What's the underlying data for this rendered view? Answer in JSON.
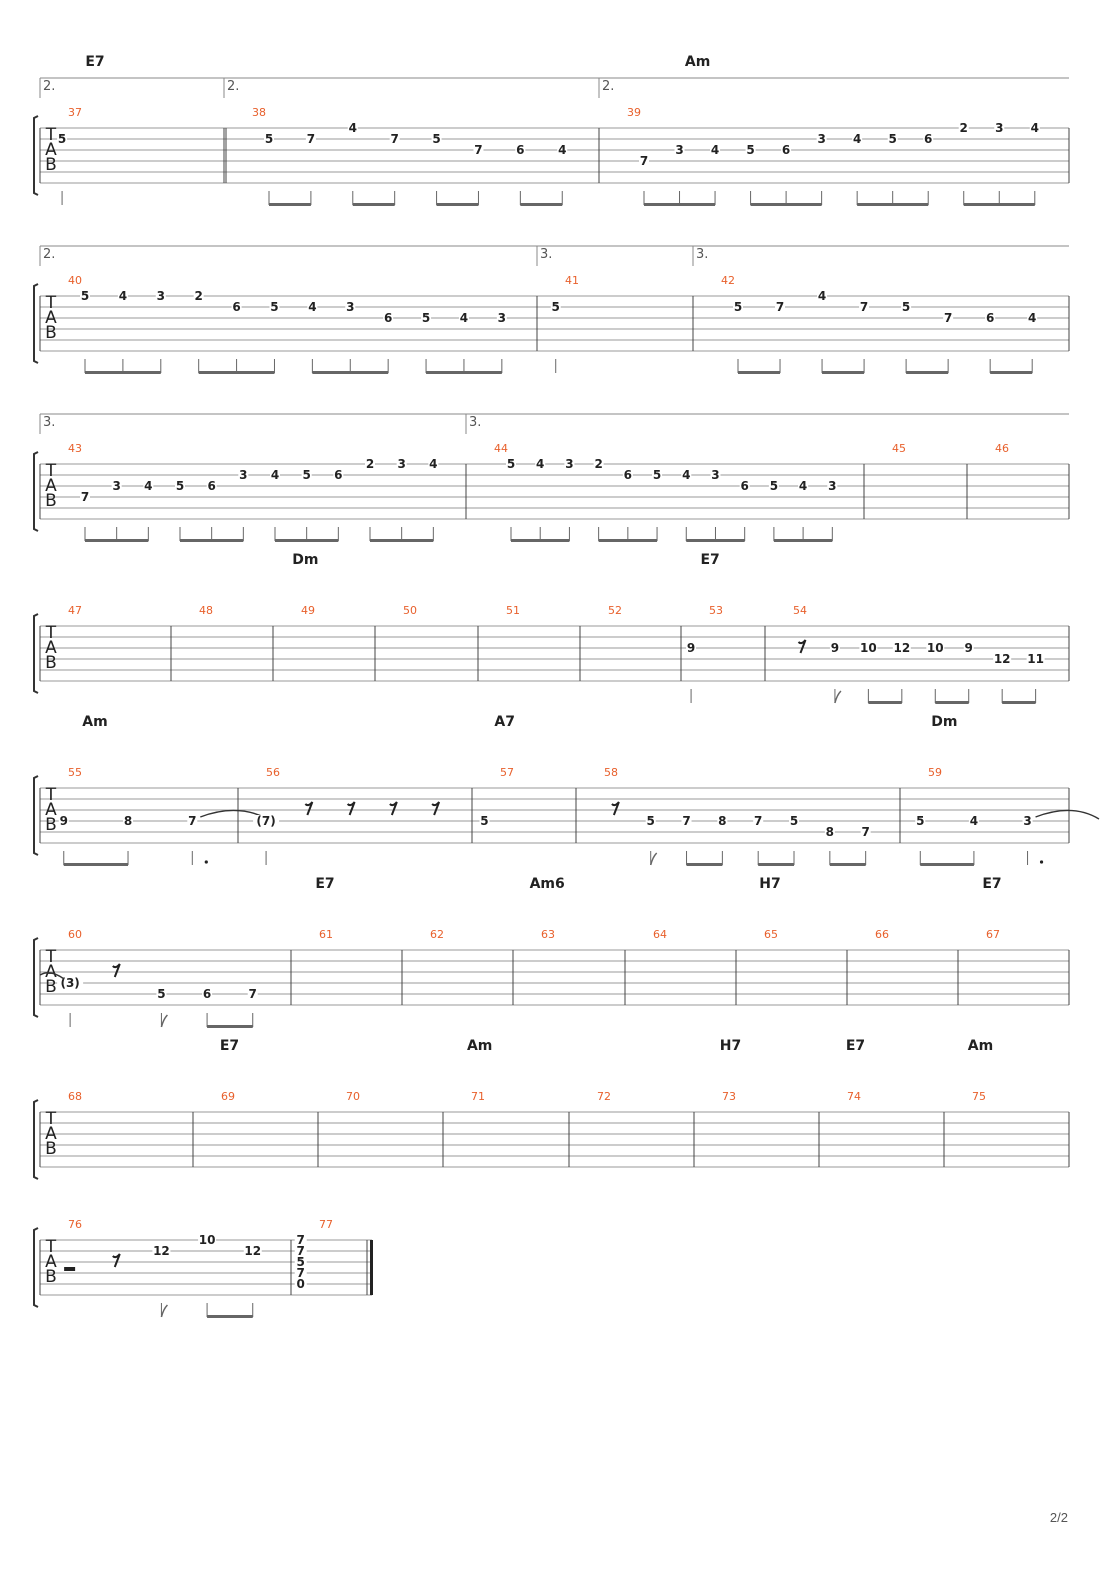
{
  "page": {
    "number": "2/2"
  },
  "tab_clef": [
    "T",
    "A",
    "B"
  ],
  "systems": [
    {
      "endings": [
        {
          "label": "2.",
          "from_measure": 0,
          "to_measure": 0
        },
        {
          "label": "2.",
          "from_measure": 1,
          "to_measure": 1
        },
        {
          "label": "2.",
          "from_measure": 2,
          "to_measure": 2,
          "open": true
        }
      ],
      "measures": [
        {
          "number": "37",
          "chord": "E7",
          "notes": [
            {
              "s": 1,
              "f": "5",
              "beam": null
            }
          ]
        },
        {
          "number": "38",
          "chord": "",
          "repeat_start": true,
          "notes": [
            {
              "s": 1,
              "f": "5",
              "beam": "a"
            },
            {
              "s": 1,
              "f": "7",
              "beam": "a"
            },
            {
              "s": 0,
              "f": "4",
              "beam": "b"
            },
            {
              "s": 1,
              "f": "7",
              "beam": "b"
            },
            {
              "s": 1,
              "f": "5",
              "beam": "c"
            },
            {
              "s": 2,
              "f": "7",
              "beam": "c"
            },
            {
              "s": 2,
              "f": "6",
              "beam": "d"
            },
            {
              "s": 2,
              "f": "4",
              "beam": "d"
            }
          ]
        },
        {
          "number": "39",
          "chord": "Am",
          "notes": [
            {
              "s": 3,
              "f": "7",
              "beam": "a"
            },
            {
              "s": 2,
              "f": "3",
              "beam": "a"
            },
            {
              "s": 2,
              "f": "4",
              "beam": "a"
            },
            {
              "s": 2,
              "f": "5",
              "beam": "b"
            },
            {
              "s": 2,
              "f": "6",
              "beam": "b"
            },
            {
              "s": 1,
              "f": "3",
              "beam": "b"
            },
            {
              "s": 1,
              "f": "4",
              "beam": "c"
            },
            {
              "s": 1,
              "f": "5",
              "beam": "c"
            },
            {
              "s": 1,
              "f": "6",
              "beam": "c"
            },
            {
              "s": 0,
              "f": "2",
              "beam": "d"
            },
            {
              "s": 0,
              "f": "3",
              "beam": "d"
            },
            {
              "s": 0,
              "f": "4",
              "beam": "d"
            }
          ]
        }
      ]
    },
    {
      "endings": [
        {
          "label": "2.",
          "from_measure": 0,
          "to_measure": 0
        },
        {
          "label": "3.",
          "from_measure": 1,
          "to_measure": 1
        },
        {
          "label": "3.",
          "from_measure": 2,
          "to_measure": 2,
          "open": true
        }
      ],
      "measures": [
        {
          "number": "40",
          "chord": "",
          "notes": [
            {
              "s": 0,
              "f": "5",
              "beam": "a"
            },
            {
              "s": 0,
              "f": "4",
              "beam": "a"
            },
            {
              "s": 0,
              "f": "3",
              "beam": "a"
            },
            {
              "s": 0,
              "f": "2",
              "beam": "b"
            },
            {
              "s": 1,
              "f": "6",
              "beam": "b"
            },
            {
              "s": 1,
              "f": "5",
              "beam": "b"
            },
            {
              "s": 1,
              "f": "4",
              "beam": "c"
            },
            {
              "s": 1,
              "f": "3",
              "beam": "c"
            },
            {
              "s": 2,
              "f": "6",
              "beam": "c"
            },
            {
              "s": 2,
              "f": "5",
              "beam": "d"
            },
            {
              "s": 2,
              "f": "4",
              "beam": "d"
            },
            {
              "s": 2,
              "f": "3",
              "beam": "d"
            }
          ]
        },
        {
          "number": "41",
          "chord": "",
          "notes": [
            {
              "s": 1,
              "f": "5",
              "beam": null
            }
          ]
        },
        {
          "number": "42",
          "chord": "",
          "notes": [
            {
              "s": 1,
              "f": "5",
              "beam": "a"
            },
            {
              "s": 1,
              "f": "7",
              "beam": "a"
            },
            {
              "s": 0,
              "f": "4",
              "beam": "b"
            },
            {
              "s": 1,
              "f": "7",
              "beam": "b"
            },
            {
              "s": 1,
              "f": "5",
              "beam": "c"
            },
            {
              "s": 2,
              "f": "7",
              "beam": "c"
            },
            {
              "s": 2,
              "f": "6",
              "beam": "d"
            },
            {
              "s": 2,
              "f": "4",
              "beam": "d"
            }
          ]
        }
      ]
    },
    {
      "endings": [
        {
          "label": "3.",
          "from_measure": 0,
          "to_measure": 0
        },
        {
          "label": "3.",
          "from_measure": 1,
          "to_measure": 1,
          "open": true
        }
      ],
      "measures": [
        {
          "number": "43",
          "chord": "",
          "notes": [
            {
              "s": 3,
              "f": "7",
              "beam": "a"
            },
            {
              "s": 2,
              "f": "3",
              "beam": "a"
            },
            {
              "s": 2,
              "f": "4",
              "beam": "a"
            },
            {
              "s": 2,
              "f": "5",
              "beam": "b"
            },
            {
              "s": 2,
              "f": "6",
              "beam": "b"
            },
            {
              "s": 1,
              "f": "3",
              "beam": "b"
            },
            {
              "s": 1,
              "f": "4",
              "beam": "c"
            },
            {
              "s": 1,
              "f": "5",
              "beam": "c"
            },
            {
              "s": 1,
              "f": "6",
              "beam": "c"
            },
            {
              "s": 0,
              "f": "2",
              "beam": "d"
            },
            {
              "s": 0,
              "f": "3",
              "beam": "d"
            },
            {
              "s": 0,
              "f": "4",
              "beam": "d"
            }
          ]
        },
        {
          "number": "44",
          "chord": "",
          "notes": [
            {
              "s": 0,
              "f": "5",
              "beam": "a"
            },
            {
              "s": 0,
              "f": "4",
              "beam": "a"
            },
            {
              "s": 0,
              "f": "3",
              "beam": "a"
            },
            {
              "s": 0,
              "f": "2",
              "beam": "b"
            },
            {
              "s": 1,
              "f": "6",
              "beam": "b"
            },
            {
              "s": 1,
              "f": "5",
              "beam": "b"
            },
            {
              "s": 1,
              "f": "4",
              "beam": "c"
            },
            {
              "s": 1,
              "f": "3",
              "beam": "c"
            },
            {
              "s": 2,
              "f": "6",
              "beam": "c"
            },
            {
              "s": 2,
              "f": "5",
              "beam": "d"
            },
            {
              "s": 2,
              "f": "4",
              "beam": "d"
            },
            {
              "s": 2,
              "f": "3",
              "beam": "d"
            }
          ]
        },
        {
          "number": "45",
          "chord": "",
          "notes": []
        },
        {
          "number": "46",
          "chord": "",
          "notes": []
        }
      ]
    },
    {
      "endings": [],
      "measures": [
        {
          "number": "47",
          "chord": "",
          "notes": []
        },
        {
          "number": "48",
          "chord": "",
          "notes": []
        },
        {
          "number": "49",
          "chord": "Dm",
          "notes": []
        },
        {
          "number": "50",
          "chord": "",
          "notes": []
        },
        {
          "number": "51",
          "chord": "",
          "notes": []
        },
        {
          "number": "52",
          "chord": "",
          "notes": []
        },
        {
          "number": "53",
          "chord": "E7",
          "notes": [
            {
              "s": 2,
              "f": "9",
              "beam": null
            }
          ]
        },
        {
          "number": "54",
          "chord": "",
          "notes": [
            {
              "rest": "eighth"
            },
            {
              "s": 2,
              "f": "9",
              "beam": null,
              "flag": true
            },
            {
              "s": 2,
              "f": "10",
              "beam": "a"
            },
            {
              "s": 2,
              "f": "12",
              "beam": "a"
            },
            {
              "s": 2,
              "f": "10",
              "beam": "b"
            },
            {
              "s": 2,
              "f": "9",
              "beam": "b"
            },
            {
              "s": 3,
              "f": "12",
              "beam": "c"
            },
            {
              "s": 3,
              "f": "11",
              "beam": "c"
            }
          ]
        }
      ]
    },
    {
      "endings": [],
      "measures": [
        {
          "number": "55",
          "chord": "Am",
          "notes": [
            {
              "s": 3,
              "f": "9",
              "beam": "a"
            },
            {
              "s": 3,
              "f": "8",
              "beam": "a"
            },
            {
              "s": 3,
              "f": "7",
              "beam": null,
              "dot": true,
              "tie": true
            }
          ]
        },
        {
          "number": "56",
          "chord": "",
          "notes": [
            {
              "s": 3,
              "f": "(7)",
              "beam": null
            },
            {
              "rest": "eighth"
            },
            {
              "rest": "eighth"
            },
            {
              "rest": "eighth"
            },
            {
              "rest": "eighth"
            }
          ]
        },
        {
          "number": "57",
          "chord": "A7",
          "notes": [
            {
              "s": 3,
              "f": "5",
              "beam": null,
              "nostem": true
            }
          ]
        },
        {
          "number": "58",
          "chord": "",
          "notes": [
            {
              "rest": "eighth"
            },
            {
              "s": 3,
              "f": "5",
              "beam": null,
              "flag": true
            },
            {
              "s": 3,
              "f": "7",
              "beam": "a"
            },
            {
              "s": 3,
              "f": "8",
              "beam": "a"
            },
            {
              "s": 3,
              "f": "7",
              "beam": "b"
            },
            {
              "s": 3,
              "f": "5",
              "beam": "b"
            },
            {
              "s": 4,
              "f": "8",
              "beam": "c"
            },
            {
              "s": 4,
              "f": "7",
              "beam": "c"
            }
          ]
        },
        {
          "number": "59",
          "chord": "Dm",
          "notes": [
            {
              "s": 3,
              "f": "5",
              "beam": "a"
            },
            {
              "s": 3,
              "f": "4",
              "beam": "a"
            },
            {
              "s": 3,
              "f": "3",
              "beam": null,
              "dot": true,
              "tie": true
            }
          ]
        }
      ]
    },
    {
      "endings": [],
      "measures": [
        {
          "number": "60",
          "chord": "",
          "notes": [
            {
              "s": 3,
              "f": "(3)",
              "beam": null,
              "tie_in": true
            },
            {
              "rest": "eighth"
            },
            {
              "s": 4,
              "f": "5",
              "beam": null,
              "flag": true
            },
            {
              "s": 4,
              "f": "6",
              "beam": "a"
            },
            {
              "s": 4,
              "f": "7",
              "beam": "a"
            }
          ]
        },
        {
          "number": "61",
          "chord": "E7",
          "notes": []
        },
        {
          "number": "62",
          "chord": "",
          "notes": []
        },
        {
          "number": "63",
          "chord": "Am6",
          "notes": []
        },
        {
          "number": "64",
          "chord": "",
          "notes": []
        },
        {
          "number": "65",
          "chord": "H7",
          "notes": []
        },
        {
          "number": "66",
          "chord": "",
          "notes": []
        },
        {
          "number": "67",
          "chord": "E7",
          "notes": []
        }
      ]
    },
    {
      "endings": [],
      "measures": [
        {
          "number": "68",
          "chord": "",
          "notes": []
        },
        {
          "number": "69",
          "chord": "E7",
          "notes": []
        },
        {
          "number": "70",
          "chord": "",
          "notes": []
        },
        {
          "number": "71",
          "chord": "Am",
          "notes": []
        },
        {
          "number": "72",
          "chord": "",
          "notes": []
        },
        {
          "number": "73",
          "chord": "H7",
          "notes": []
        },
        {
          "number": "74",
          "chord": "E7",
          "notes": []
        },
        {
          "number": "75",
          "chord": "Am",
          "notes": []
        }
      ]
    },
    {
      "endings": [],
      "measures": [
        {
          "number": "76",
          "chord": "",
          "notes": [
            {
              "rest": "half"
            },
            {
              "rest": "eighth"
            },
            {
              "s": 1,
              "f": "12",
              "beam": null,
              "flag": true
            },
            {
              "s": 0,
              "f": "10",
              "beam": "a"
            },
            {
              "s": 1,
              "f": "12",
              "beam": "a"
            }
          ]
        },
        {
          "number": "77",
          "chord": "",
          "final": true,
          "notes": [
            {
              "chord_stack": [
                {
                  "s": 0,
                  "f": "7"
                },
                {
                  "s": 1,
                  "f": "7"
                },
                {
                  "s": 2,
                  "f": "5"
                },
                {
                  "s": 3,
                  "f": "7"
                },
                {
                  "s": 4,
                  "f": "0"
                }
              ]
            }
          ]
        }
      ]
    }
  ],
  "colors": {
    "measure_number": "#e8602c",
    "staff_line": "#9a9a9a",
    "ink": "#222222",
    "beam": "#666666"
  }
}
